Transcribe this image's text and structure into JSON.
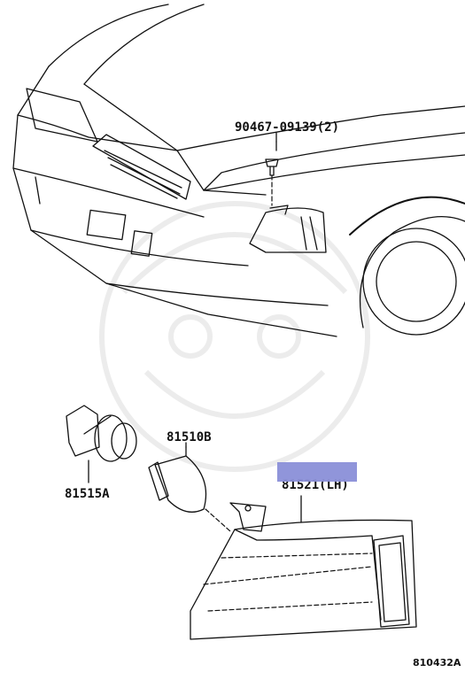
{
  "parts": {
    "bolt_label": "90467-09139(2)",
    "bulb_label": "81510B",
    "socket_label": "81515A",
    "lamp_label": "81521(LH)"
  },
  "illustration_number": "810432A",
  "colors": {
    "line": "#111111",
    "highlight": "#8a8fd8",
    "background": "#ffffff"
  }
}
